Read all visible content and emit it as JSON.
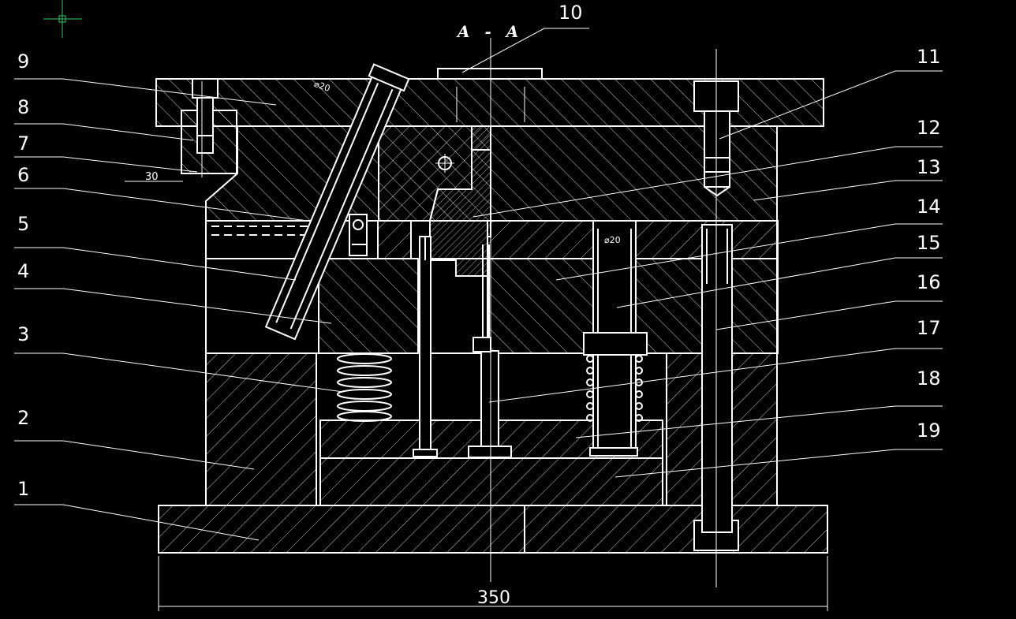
{
  "drawing": {
    "section_title": "A - A",
    "overall_dimension": "350",
    "part_labels": [
      "1",
      "2",
      "3",
      "4",
      "5",
      "6",
      "7",
      "8",
      "9",
      "10",
      "11",
      "12",
      "13",
      "14",
      "15",
      "16",
      "17",
      "18",
      "19"
    ],
    "annotations": {
      "angle_pin_dia": "⌀20",
      "leader_pin_dia": "⌀20",
      "lock_angle": "30"
    },
    "colors": {
      "line": "#ffffff",
      "background": "#000000",
      "cursor": "#33cc66"
    }
  }
}
